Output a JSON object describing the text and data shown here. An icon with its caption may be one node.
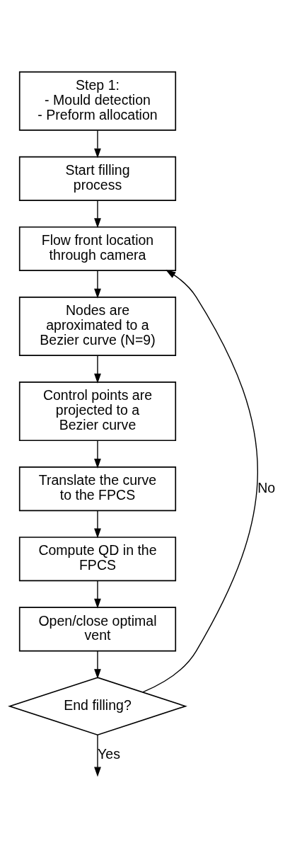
{
  "diagram": {
    "nodes": [
      {
        "text": [
          "Step 1:",
          "- Mould detection",
          "- Preform allocation"
        ]
      },
      {
        "text": [
          "Start filling process"
        ]
      },
      {
        "text": [
          "Flow front location through camera"
        ]
      },
      {
        "text": [
          "Nodes are aproximated to a Bezier curve (N=9)"
        ]
      },
      {
        "text": [
          "Control points are projected to a Bezier curve"
        ]
      },
      {
        "text": [
          "Translate the curve to the FPCS"
        ]
      },
      {
        "text": [
          "Compute QD in the FPCS"
        ]
      },
      {
        "text": [
          "Open/close optimal vent"
        ]
      },
      {
        "text": [
          "End filling?"
        ]
      }
    ],
    "edges": [
      {
        "from": 0,
        "to": 1,
        "arrow": "to"
      },
      {
        "from": 1,
        "to": 2,
        "arrow": "to"
      },
      {
        "from": 2,
        "to": 3,
        "arrow": "to"
      },
      {
        "from": 3,
        "to": 4,
        "arrow": "to"
      },
      {
        "from": 4,
        "to": 5,
        "arrow": "to"
      },
      {
        "from": 5,
        "to": 6,
        "arrow": "to"
      },
      {
        "from": 6,
        "to": 7,
        "arrow": "to"
      },
      {
        "from": 7,
        "to": 8,
        "arrow": "to"
      },
      {
        "from": 8,
        "to": 2,
        "arrow": "to",
        "label": "No"
      },
      {
        "from": 8,
        "to": null,
        "arrow": "to",
        "label": "Yes"
      }
    ]
  }
}
